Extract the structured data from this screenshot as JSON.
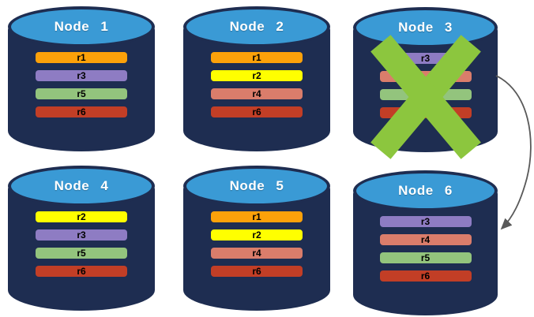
{
  "colors": {
    "cylinder_body": "#1E2D51",
    "cylinder_top": "#3A9AD5",
    "failure_x": "#8CC63E",
    "arrow": "#595959",
    "replica_r1": "#FCA10A",
    "replica_r2": "#FFFF00",
    "replica_r3": "#8E7CC3",
    "replica_r4": "#DA7D6B",
    "replica_r5": "#93C47D",
    "replica_r6": "#C23E26"
  },
  "nodes": [
    {
      "name": "Node 1",
      "failed": false,
      "replicas": [
        {
          "label": "r1",
          "color": "#FCA10A"
        },
        {
          "label": "r3",
          "color": "#8E7CC3"
        },
        {
          "label": "r5",
          "color": "#93C47D"
        },
        {
          "label": "r6",
          "color": "#C23E26"
        }
      ]
    },
    {
      "name": "Node 2",
      "failed": false,
      "replicas": [
        {
          "label": "r1",
          "color": "#FCA10A"
        },
        {
          "label": "r2",
          "color": "#FFFF00"
        },
        {
          "label": "r4",
          "color": "#DA7D6B"
        },
        {
          "label": "r6",
          "color": "#C23E26"
        }
      ]
    },
    {
      "name": "Node 3",
      "failed": true,
      "replicas": [
        {
          "label": "r3",
          "color": "#8E7CC3"
        },
        {
          "label": "",
          "color": "#DA7D6B"
        },
        {
          "label": "",
          "color": "#93C47D"
        },
        {
          "label": "",
          "color": "#C23E26"
        }
      ]
    },
    {
      "name": "Node 4",
      "failed": false,
      "replicas": [
        {
          "label": "r2",
          "color": "#FFFF00"
        },
        {
          "label": "r3",
          "color": "#8E7CC3"
        },
        {
          "label": "r5",
          "color": "#93C47D"
        },
        {
          "label": "r6",
          "color": "#C23E26"
        }
      ]
    },
    {
      "name": "Node 5",
      "failed": false,
      "replicas": [
        {
          "label": "r1",
          "color": "#FCA10A"
        },
        {
          "label": "r2",
          "color": "#FFFF00"
        },
        {
          "label": "r4",
          "color": "#DA7D6B"
        },
        {
          "label": "r6",
          "color": "#C23E26"
        }
      ]
    },
    {
      "name": "Node 6",
      "failed": false,
      "replicas": [
        {
          "label": "r3",
          "color": "#8E7CC3"
        },
        {
          "label": "r4",
          "color": "#DA7D6B"
        },
        {
          "label": "r5",
          "color": "#93C47D"
        },
        {
          "label": "r6",
          "color": "#C23E26"
        }
      ]
    }
  ],
  "failover_arrow": {
    "from": "Node 3",
    "to": "Node 6"
  }
}
